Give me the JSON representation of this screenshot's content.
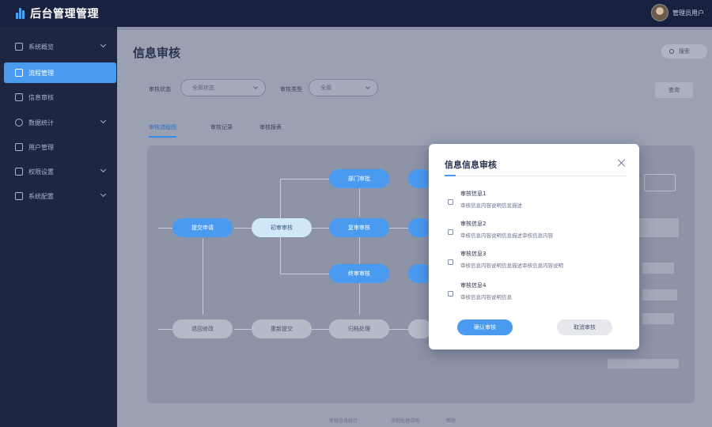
{
  "app": {
    "title": "后台管理管理"
  },
  "topbar": {
    "username": "管理员用户"
  },
  "sidebar": {
    "items": [
      {
        "label": "系统概览",
        "has_children": true
      },
      {
        "label": "流程管理",
        "active": true
      },
      {
        "label": "信息审核"
      },
      {
        "label": "数据统计",
        "has_children": true
      },
      {
        "label": "用户管理"
      },
      {
        "label": "权限设置",
        "has_children": true
      },
      {
        "label": "系统配置",
        "has_children": true
      }
    ]
  },
  "main": {
    "page_title": "信息审核",
    "search_label": "搜索",
    "filters": [
      {
        "label": "审核状态",
        "value": "全部状态"
      },
      {
        "label": "审核类型",
        "value": "全部"
      }
    ],
    "filter_button": "查询",
    "tabs": [
      {
        "label": "审核流程图"
      },
      {
        "label": "审核记录"
      },
      {
        "label": "审核报表"
      }
    ],
    "flow_nodes": {
      "start": "提交申请",
      "review": "初审审核",
      "top": "部门审批",
      "middle": "复审审核",
      "bottom": "终审审核",
      "grey1": "退回修改",
      "grey2": "重新提交",
      "grey3": "归档处理"
    },
    "footer": [
      "审核信息统计",
      "流程处理说明",
      "帮助"
    ]
  },
  "modal": {
    "title": "信息信息审核",
    "items": [
      {
        "title": "审核信息1",
        "desc": "审核信息内容说明信息描述"
      },
      {
        "title": "审核信息2",
        "desc": "审核信息内容说明信息描述审核信息内容"
      },
      {
        "title": "审核信息3",
        "desc": "审核信息内容说明信息描述审核信息内容说明"
      },
      {
        "title": "审核信息4",
        "desc": "审核信息内容说明信息"
      }
    ],
    "confirm_label": "确认审核",
    "cancel_label": "取消审核"
  },
  "colors": {
    "accent": "#4a9bf0",
    "topbar": "#182240",
    "sidebar": "#1d2744"
  }
}
